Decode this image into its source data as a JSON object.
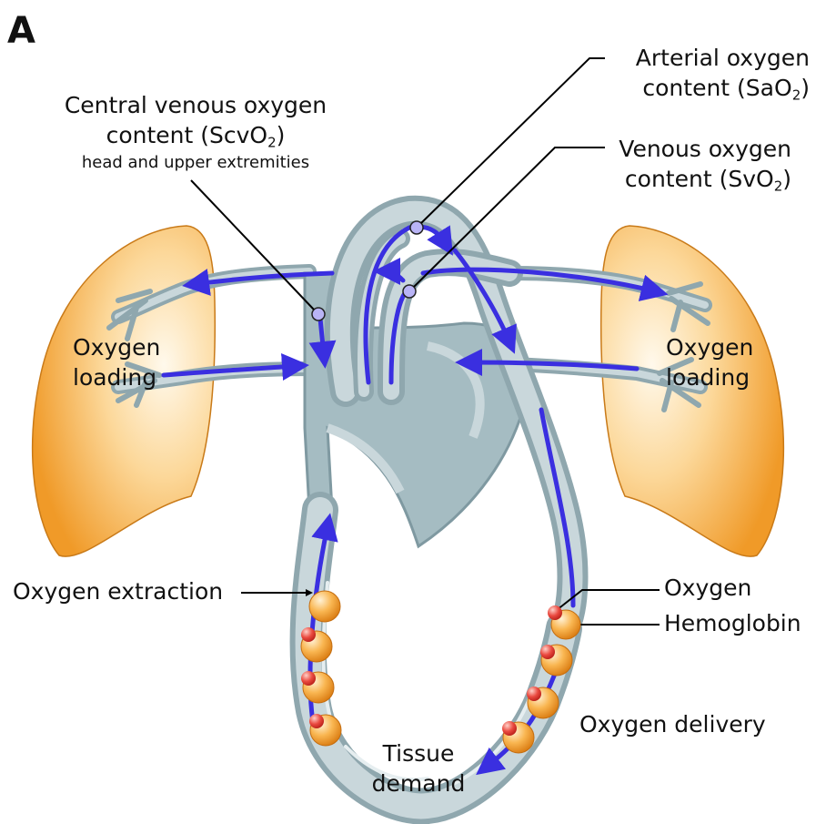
{
  "panel_letter": "A",
  "labels": {
    "central_venous": {
      "line1": "Central venous oxygen",
      "line2_pre": "content (ScvO",
      "line2_sub": "2",
      "line2_post": ")",
      "line3": "head and upper extremities"
    },
    "arterial": {
      "line1": "Arterial oxygen",
      "line2_pre": "content (SaO",
      "line2_sub": "2",
      "line2_post": ")"
    },
    "venous": {
      "line1": "Venous oxygen",
      "line2_pre": "content (SvO",
      "line2_sub": "2",
      "line2_post": ")"
    },
    "loading_left": {
      "line1": "Oxygen",
      "line2": "loading"
    },
    "loading_right": {
      "line1": "Oxygen",
      "line2": "loading"
    },
    "extraction": "Oxygen extraction",
    "oxygen": "Oxygen",
    "hemoglobin": "Hemoglobin",
    "delivery": "Oxygen delivery",
    "tissue": {
      "line1": "Tissue",
      "line2": "demand"
    }
  },
  "colors": {
    "vessel": "#8fa7ae",
    "vessel_light": "#c9d7db",
    "flow": "#3a2fe0",
    "lung": "#f2a23c",
    "lung_light": "#fff3dc",
    "hemoglobin": "#f7a23a",
    "oxygen": "#e4403a"
  }
}
